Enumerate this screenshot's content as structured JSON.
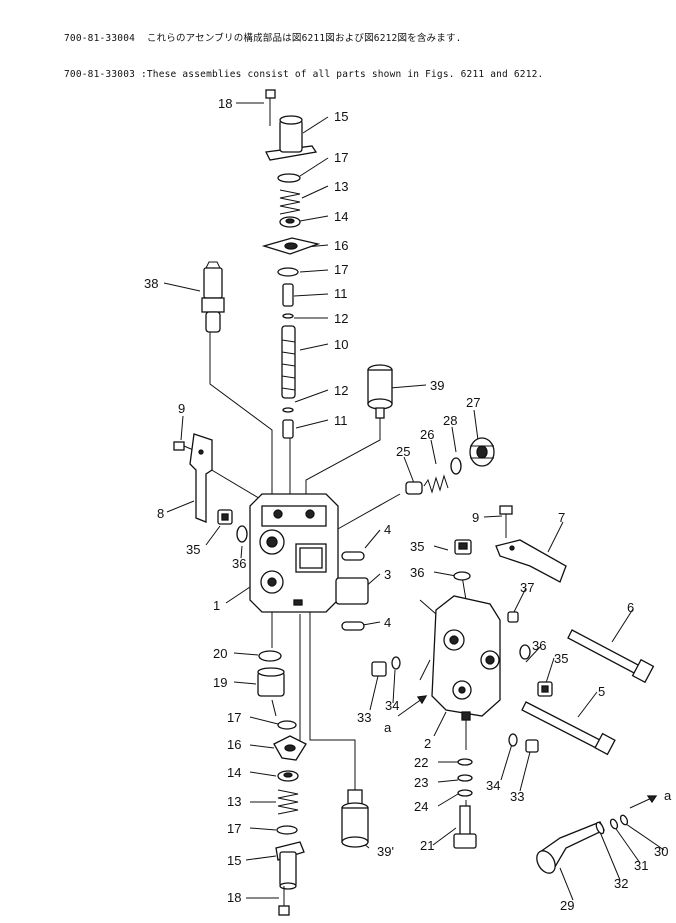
{
  "header": {
    "line1": "700-81-33004  これらのアセンブリの構成部品は図6211図および図6212図を含みます.",
    "line2": "700-81-33003 :These assemblies consist of all parts shown in Figs. 6211 and 6212."
  },
  "labels": {
    "p18a": "18",
    "p15a": "15",
    "p17a": "17",
    "p13a": "13",
    "p14a": "14",
    "p16a": "16",
    "p17b": "17",
    "p11a": "11",
    "p12a": "12",
    "p10": "10",
    "p12b": "12",
    "p11b": "11",
    "p38": "38",
    "p39a": "39",
    "p9a": "9",
    "p27": "27",
    "p28": "28",
    "p26": "26",
    "p25": "25",
    "p8": "8",
    "p35a": "35",
    "p36a": "36",
    "p1": "1",
    "p4a": "4",
    "p3": "3",
    "p4b": "4",
    "p9b": "9",
    "p7": "7",
    "p35b": "35",
    "p36b": "36",
    "p37": "37",
    "p6": "6",
    "p20": "20",
    "p19": "19",
    "p36c": "36",
    "p35c": "35",
    "p34a": "34",
    "p33a": "33",
    "pa1": "a",
    "p5": "5",
    "p2": "2",
    "p17c": "17",
    "p16b": "16",
    "p22": "22",
    "p23": "23",
    "p24": "24",
    "p34b": "34",
    "p33b": "33",
    "p14b": "14",
    "p13b": "13",
    "p17d": "17",
    "p21": "21",
    "p15b": "15",
    "p39b": "39'",
    "pa2": "a",
    "p30": "30",
    "p31": "31",
    "p32": "32",
    "p29": "29",
    "p18b": "18"
  }
}
